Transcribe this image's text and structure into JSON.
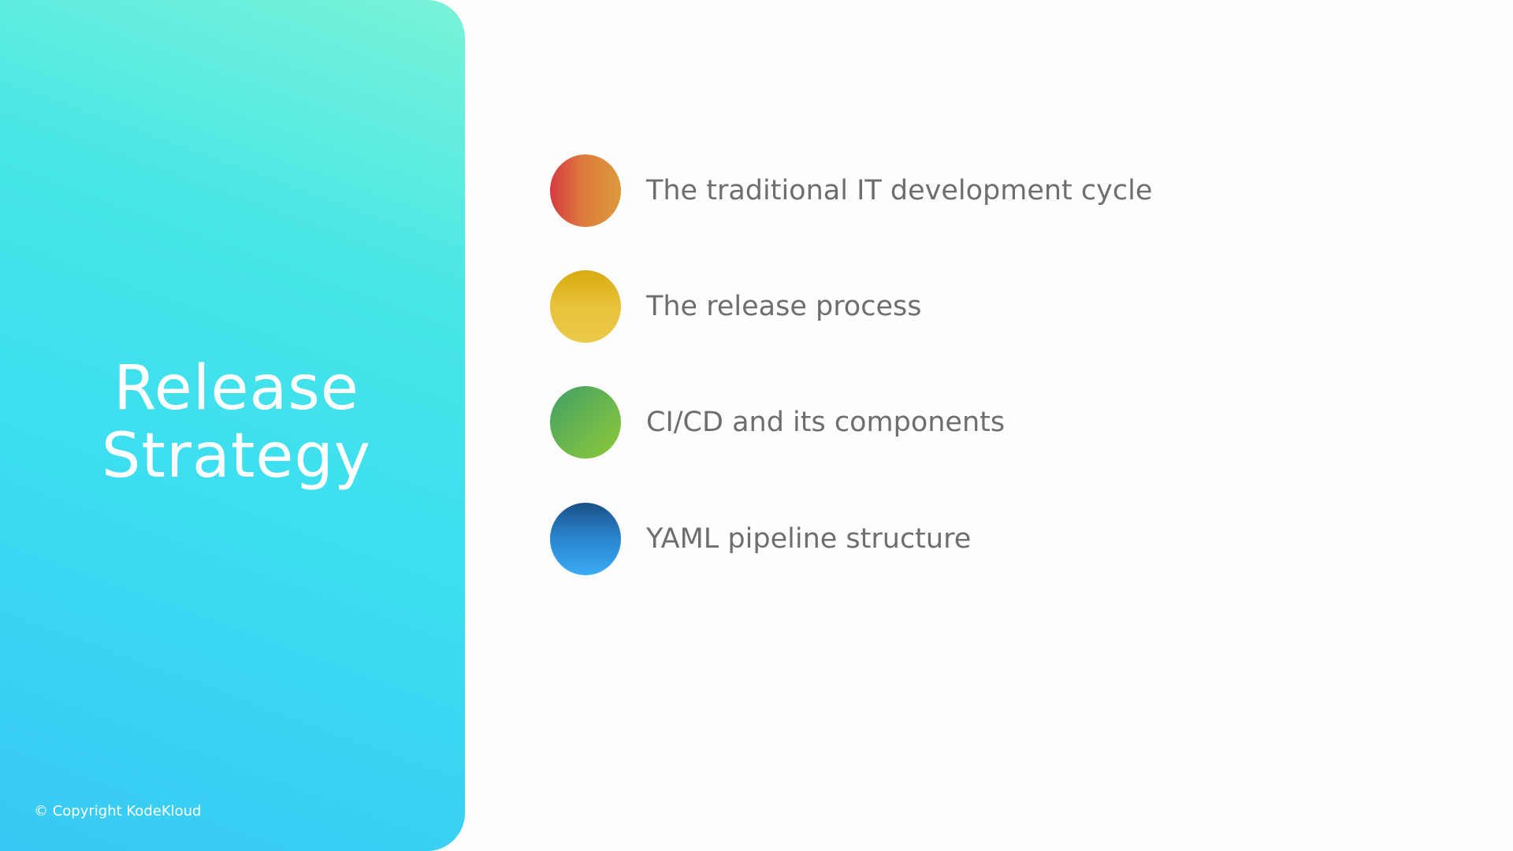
{
  "title_lines": [
    "Release",
    "Strategy"
  ],
  "copyright": "© Copyright KodeKloud",
  "items": [
    {
      "label": "The traditional IT development cycle",
      "colors": [
        "#d63a41",
        "#dc9a3a"
      ]
    },
    {
      "label": "The release process",
      "colors": [
        "#d9ab10",
        "#ecc94a"
      ]
    },
    {
      "label": "CI/CD and its components",
      "colors": [
        "#3f9f64",
        "#8dc93a"
      ]
    },
    {
      "label": "YAML pipeline structure",
      "colors": [
        "#1a4f86",
        "#3aabf5"
      ]
    }
  ]
}
